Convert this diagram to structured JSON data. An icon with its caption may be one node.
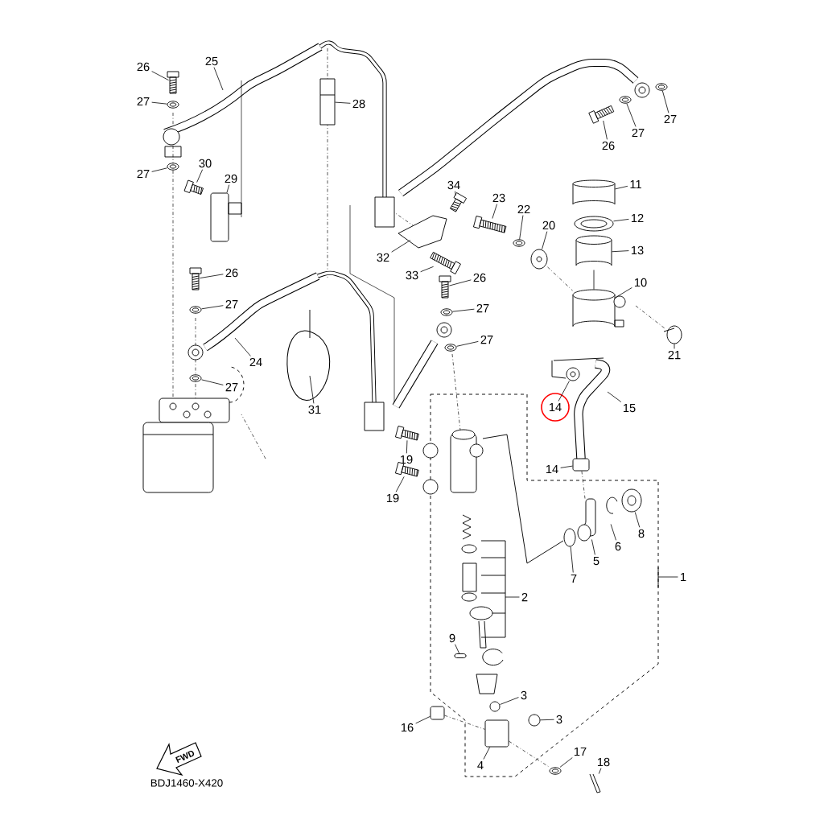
{
  "diagram": {
    "nodes": [
      {
        "text": [
          "26"
        ]
      },
      {
        "text": [
          "25"
        ]
      },
      {
        "text": [
          "27"
        ]
      },
      {
        "text": [
          "27"
        ]
      },
      {
        "text": [
          "30"
        ]
      },
      {
        "text": [
          "29"
        ]
      },
      {
        "text": [
          "28"
        ]
      },
      {
        "text": [
          "26"
        ]
      },
      {
        "text": [
          "27"
        ]
      },
      {
        "text": [
          "24"
        ]
      },
      {
        "text": [
          "27"
        ]
      },
      {
        "text": [
          "31"
        ]
      },
      {
        "text": [
          "34"
        ]
      },
      {
        "text": [
          "32"
        ]
      },
      {
        "text": [
          "33"
        ]
      },
      {
        "text": [
          "23"
        ]
      },
      {
        "text": [
          "22"
        ]
      },
      {
        "text": [
          "20"
        ]
      },
      {
        "text": [
          "26"
        ]
      },
      {
        "text": [
          "27"
        ]
      },
      {
        "text": [
          "27"
        ]
      },
      {
        "text": [
          "11"
        ]
      },
      {
        "text": [
          "12"
        ]
      },
      {
        "text": [
          "13"
        ]
      },
      {
        "text": [
          "10"
        ]
      },
      {
        "text": [
          "21"
        ]
      },
      {
        "text": [
          "14"
        ]
      },
      {
        "text": [
          "15"
        ]
      },
      {
        "text": [
          "14"
        ]
      },
      {
        "text": [
          "26"
        ]
      },
      {
        "text": [
          "27"
        ]
      },
      {
        "text": [
          "27"
        ]
      },
      {
        "text": [
          "19"
        ]
      },
      {
        "text": [
          "19"
        ]
      },
      {
        "text": [
          "8"
        ]
      },
      {
        "text": [
          "6"
        ]
      },
      {
        "text": [
          "5"
        ]
      },
      {
        "text": [
          "7"
        ]
      },
      {
        "text": [
          "1"
        ]
      },
      {
        "text": [
          "2"
        ]
      },
      {
        "text": [
          "9"
        ]
      },
      {
        "text": [
          "3"
        ]
      },
      {
        "text": [
          "3"
        ]
      },
      {
        "text": [
          "16"
        ]
      },
      {
        "text": [
          "4"
        ]
      },
      {
        "text": [
          "17"
        ]
      },
      {
        "text": [
          "18"
        ]
      },
      {
        "text": [],
        "shape": "picture"
      },
      {
        "text": [],
        "shape": "picture"
      },
      {
        "text": [],
        "shape": "picture"
      },
      {
        "text": [],
        "shape": "picture"
      },
      {
        "text": [],
        "shape": "box"
      },
      {
        "text": [],
        "shape": "picture"
      },
      {
        "text": [],
        "shape": "picture"
      },
      {
        "text": [],
        "shape": "picture"
      },
      {
        "text": [],
        "shape": "picture"
      },
      {
        "text": [],
        "shape": "picture"
      },
      {
        "text": [],
        "shape": "picture"
      },
      {
        "text": [],
        "shape": "picture"
      },
      {
        "text": [],
        "shape": "picture"
      },
      {
        "text": [],
        "shape": "picture"
      },
      {
        "text": [],
        "shape": "picture"
      },
      {
        "text": [],
        "shape": "picture"
      },
      {
        "text": [],
        "shape": "picture"
      },
      {
        "text": [],
        "shape": "picture"
      },
      {
        "text": [],
        "shape": "cylinder"
      },
      {
        "text": [],
        "shape": "picture"
      },
      {
        "text": [],
        "shape": "cylinder"
      },
      {
        "text": [],
        "shape": "cylinder"
      },
      {
        "text": [],
        "shape": "circle"
      },
      {
        "text": [],
        "shape": "circle"
      },
      {
        "text": [],
        "shape": "box"
      },
      {
        "text": [],
        "shape": "picture"
      },
      {
        "text": [],
        "shape": "picture"
      },
      {
        "text": [],
        "shape": "picture"
      },
      {
        "text": [],
        "shape": "picture"
      },
      {
        "text": [],
        "shape": "picture"
      },
      {
        "text": [],
        "shape": "picture"
      },
      {
        "text": [],
        "shape": "picture"
      },
      {
        "text": [],
        "shape": "picture"
      },
      {
        "text": [],
        "shape": "circle"
      },
      {
        "text": [],
        "shape": "box"
      },
      {
        "text": [],
        "shape": "circle"
      },
      {
        "text": [],
        "shape": "circle"
      },
      {
        "text": [],
        "shape": "box"
      },
      {
        "text": [],
        "shape": "box"
      },
      {
        "text": [],
        "shape": "picture"
      },
      {
        "text": [],
        "shape": "picture"
      },
      {
        "text": [
          "FWD"
        ],
        "beside": [
          "BDJ1460-X420"
        ]
      }
    ],
    "edges": [
      {
        "from": 0,
        "to": 47,
        "arrow": "none"
      },
      {
        "from": 1,
        "to": null,
        "arrow": "none"
      },
      {
        "from": 2,
        "to": 48,
        "arrow": "none"
      },
      {
        "from": 3,
        "to": 49,
        "arrow": "none"
      },
      {
        "from": 4,
        "to": 50,
        "arrow": "none"
      },
      {
        "from": 5,
        "to": 51,
        "arrow": "none"
      },
      {
        "from": 6,
        "to": 52,
        "arrow": "none"
      },
      {
        "from": 7,
        "to": 53,
        "arrow": "none"
      },
      {
        "from": 8,
        "to": 54,
        "arrow": "none"
      },
      {
        "from": 9,
        "to": null,
        "arrow": "none"
      },
      {
        "from": 10,
        "to": 55,
        "arrow": "none"
      },
      {
        "from": 11,
        "to": null,
        "arrow": "none"
      },
      {
        "from": 12,
        "to": 56,
        "arrow": "none"
      },
      {
        "from": 13,
        "to": 57,
        "arrow": "none"
      },
      {
        "from": 14,
        "to": 58,
        "arrow": "none"
      },
      {
        "from": 15,
        "to": 59,
        "arrow": "none"
      },
      {
        "from": 16,
        "to": 60,
        "arrow": "none"
      },
      {
        "from": 17,
        "to": 61,
        "arrow": "none"
      },
      {
        "from": 18,
        "to": 62,
        "arrow": "none"
      },
      {
        "from": 19,
        "to": 63,
        "arrow": "none"
      },
      {
        "from": 20,
        "to": 64,
        "arrow": "none"
      },
      {
        "from": 21,
        "to": 65,
        "arrow": "none"
      },
      {
        "from": 22,
        "to": 66,
        "arrow": "none"
      },
      {
        "from": 23,
        "to": 67,
        "arrow": "none"
      },
      {
        "from": 24,
        "to": 68,
        "arrow": "none"
      },
      {
        "from": 25,
        "to": 69,
        "arrow": "none"
      },
      {
        "from": 26,
        "to": 70,
        "arrow": "none"
      },
      {
        "from": 27,
        "to": null,
        "arrow": "none"
      },
      {
        "from": 28,
        "to": 71,
        "arrow": "none"
      },
      {
        "from": 29,
        "to": 72,
        "arrow": "none"
      },
      {
        "from": 30,
        "to": 73,
        "arrow": "none"
      },
      {
        "from": 31,
        "to": 74,
        "arrow": "none"
      },
      {
        "from": 32,
        "to": 75,
        "arrow": "none"
      },
      {
        "from": 33,
        "to": 76,
        "arrow": "none"
      },
      {
        "from": 34,
        "to": 77,
        "arrow": "none"
      },
      {
        "from": 35,
        "to": 78,
        "arrow": "none"
      },
      {
        "from": 36,
        "to": 79,
        "arrow": "none"
      },
      {
        "from": 37,
        "to": 80,
        "arrow": "none"
      },
      {
        "from": 38,
        "to": null,
        "arrow": "none"
      },
      {
        "from": 39,
        "to": null,
        "arrow": "none"
      },
      {
        "from": 40,
        "to": 81,
        "arrow": "none"
      },
      {
        "from": 41,
        "to": 82,
        "arrow": "none"
      },
      {
        "from": 42,
        "to": 83,
        "arrow": "none"
      },
      {
        "from": 43,
        "to": 84,
        "arrow": "none"
      },
      {
        "from": 44,
        "to": 85,
        "arrow": "none"
      },
      {
        "from": 45,
        "to": 86,
        "arrow": "none"
      },
      {
        "from": 46,
        "to": 87,
        "arrow": "none"
      },
      {
        "from": 61,
        "to": 68,
        "arrow": "none",
        "style": "dashed"
      },
      {
        "from": 71,
        "to": 79,
        "arrow": "none",
        "style": "dashed"
      },
      {
        "from": 84,
        "to": 85,
        "arrow": "none",
        "style": "dashed"
      },
      {
        "from": 85,
        "to": 86,
        "arrow": "none",
        "style": "dashed"
      },
      {
        "from": 67,
        "to": 68,
        "arrow": "none"
      }
    ]
  }
}
